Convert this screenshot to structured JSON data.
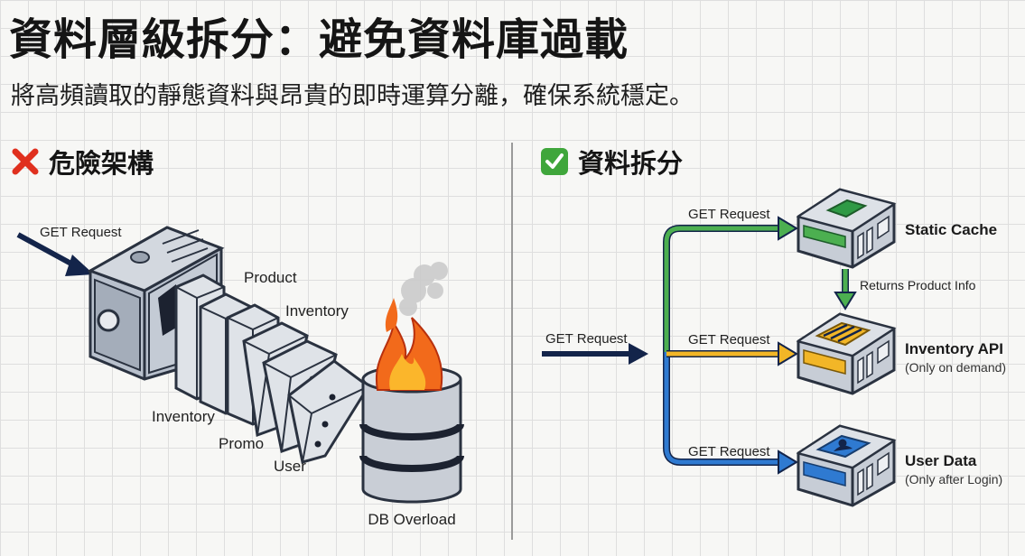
{
  "header": {
    "title": "資料層級拆分：避免資料庫過載",
    "subtitle": "將高頻讀取的靜態資料與昂貴的即時運算分離，確保系統穩定。"
  },
  "left_section": {
    "heading": "危險架構",
    "icon": "cross-mark-icon",
    "request_label": "GET Request",
    "domino_labels": [
      "Product",
      "Inventory",
      "Inventory",
      "Promo",
      "User"
    ],
    "db_label": "DB Overload"
  },
  "right_section": {
    "heading": "資料拆分",
    "icon": "check-mark-icon",
    "main_request_label": "GET Request",
    "branches": [
      {
        "request_label": "GET Request",
        "target": "Static Cache",
        "note": "",
        "color": "#4caf50"
      },
      {
        "request_label": "GET Request",
        "target": "Inventory API",
        "note": "(Only on demand)",
        "color": "#f2b627"
      },
      {
        "request_label": "GET Request",
        "target": "User Data",
        "note": "(Only after Login)",
        "color": "#2f7ad1"
      }
    ],
    "cache_to_api_label": "Returns Product Info"
  },
  "colors": {
    "navy": "#13244a",
    "green": "#4caf50",
    "yellow": "#f2b627",
    "blue": "#2f7ad1",
    "red": "#e0301e",
    "check_green": "#3fa63b"
  }
}
